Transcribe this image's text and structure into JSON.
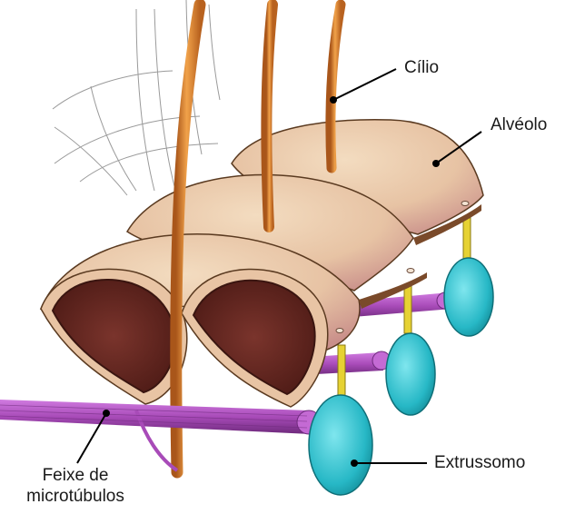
{
  "labels": {
    "cilium": "Cílio",
    "alveolus": "Alvéolo",
    "extrusome": "Extrussomo",
    "microtubule_bundle_line1": "Feixe de",
    "microtubule_bundle_line2": "microtúbulos"
  },
  "colors": {
    "alveolus_surface": "#e9c9a8",
    "alveolus_shadow": "#c98f8a",
    "alveolus_interior": "#6b2a24",
    "cilium": "#d9822b",
    "microtubule": "#a54db3",
    "extrusome": "#3ec9d6",
    "extrusome_stalk": "#e6d233"
  }
}
